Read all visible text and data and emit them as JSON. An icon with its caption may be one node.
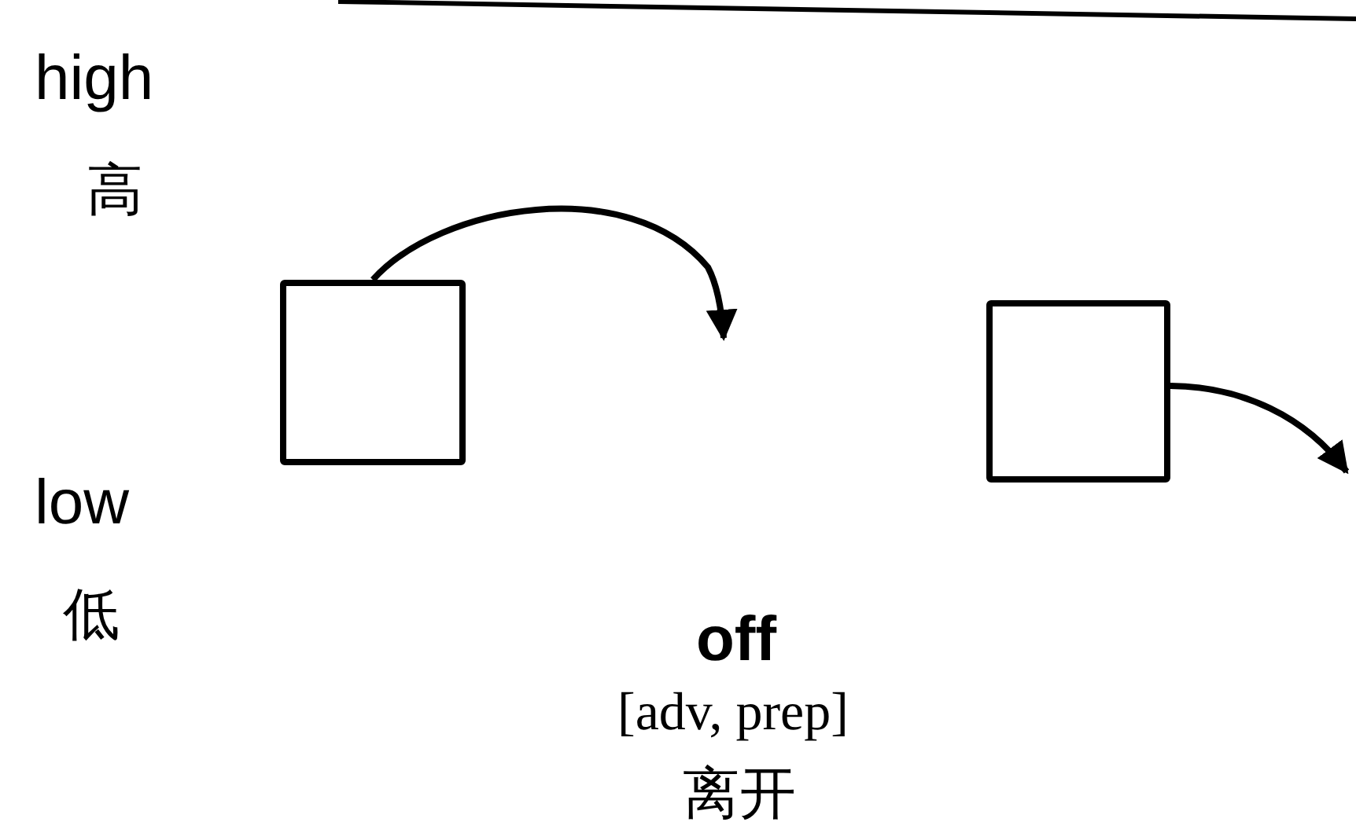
{
  "diagram": {
    "nodes": [
      {
        "text": [],
        "shape": "box"
      },
      {
        "text": [],
        "shape": "box"
      }
    ],
    "edges": [
      {
        "from": 0,
        "to": null,
        "arrow": "to"
      },
      {
        "from": 1,
        "to": null,
        "arrow": "to"
      }
    ],
    "labels": [
      "high",
      "高",
      "low",
      "低",
      "off",
      "[adv, prep]",
      "离开"
    ]
  }
}
